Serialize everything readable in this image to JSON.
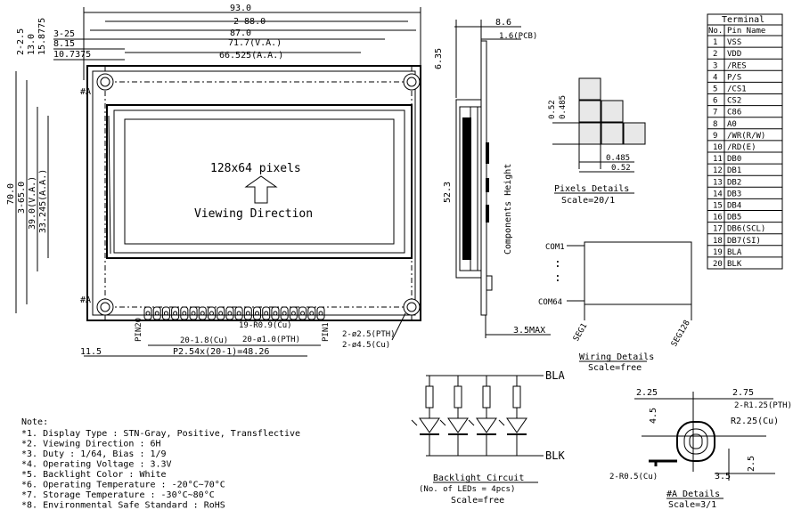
{
  "front": {
    "dim_93": "93.0",
    "dim_2_88": "2-88.0",
    "dim_87": "87.0",
    "dim_717": "71.7(V.A.)",
    "dim_665": "66.525(A.A.)",
    "dim_3_25": "3-25",
    "dim_815": "8.15",
    "dim_107": "10.7375",
    "left_225": "2-2.5",
    "left_130": "13.0",
    "left_158": "15.8775",
    "left_700": "70.0",
    "left_650": "3-65.0",
    "left_390": "39.0(V.A.)",
    "left_332": "33.245(A.A.)",
    "hole_a1": "#A",
    "hole_a2": "#A",
    "pixels": "128x64 pixels",
    "viewing": "Viewing Direction",
    "pin20": "PIN20",
    "pin1": "PIN1",
    "pin_holes": "19-R0.9(Cu)",
    "pin_pth": "20-ø1.0(PTH)",
    "pin_cu": "20-1.8(Cu)",
    "pitch": "P2.54x(20-1)=48.26",
    "left_115": "11.5",
    "pth_r25": "2-ø2.5(PTH)",
    "cu_r45": "2-ø4.5(Cu)"
  },
  "side": {
    "dim_86": "8.6",
    "dim_16": "1.6(PCB)",
    "dim_635": "6.35",
    "components_height": "Components Height",
    "dim_523": "52.3",
    "dim_35max": "3.5MAX"
  },
  "terminal": {
    "title": "Terminal",
    "col_no": "No.",
    "col_name": "Pin Name",
    "rows": [
      {
        "no": "1",
        "name": "VSS"
      },
      {
        "no": "2",
        "name": "VDD"
      },
      {
        "no": "3",
        "name": "/RES"
      },
      {
        "no": "4",
        "name": "P/S"
      },
      {
        "no": "5",
        "name": "/CS1"
      },
      {
        "no": "6",
        "name": "CS2"
      },
      {
        "no": "7",
        "name": "C86"
      },
      {
        "no": "8",
        "name": "A0"
      },
      {
        "no": "9",
        "name": "/WR(R/W)"
      },
      {
        "no": "10",
        "name": "/RD(E)"
      },
      {
        "no": "11",
        "name": "DB0"
      },
      {
        "no": "12",
        "name": "DB1"
      },
      {
        "no": "13",
        "name": "DB2"
      },
      {
        "no": "14",
        "name": "DB3"
      },
      {
        "no": "15",
        "name": "DB4"
      },
      {
        "no": "16",
        "name": "DB5"
      },
      {
        "no": "17",
        "name": "DB6(SCL)"
      },
      {
        "no": "18",
        "name": "DB7(SI)"
      },
      {
        "no": "19",
        "name": "BLA"
      },
      {
        "no": "20",
        "name": "BLK"
      }
    ]
  },
  "pixels_detail": {
    "dim_052v": "0.52",
    "dim_0485v": "0.485",
    "dim_0485h": "0.485",
    "dim_052h": "0.52",
    "title": "Pixels Details",
    "scale": "Scale=20/1"
  },
  "wiring": {
    "com1": "COM1",
    "com64": "COM64",
    "seg1": "SEG1",
    "seg128": "SEG128",
    "title": "Wiring Details",
    "scale": "Scale=free"
  },
  "backlight": {
    "bla": "BLA",
    "blk": "BLK",
    "title": "Backlight Circuit",
    "sub": "(No. of LEDs = 4pcs)",
    "scale": "Scale=free"
  },
  "a_detail": {
    "dim_225": "2.25",
    "dim_275": "2.75",
    "dim_r125": "2-R1.25(PTH)",
    "dim_45": "4.5",
    "dim_r225": "R2.25(Cu)",
    "dim_r05": "2-R0.5(Cu)",
    "dim_35": "3.5",
    "dim_25": "2.5",
    "title": "#A Details",
    "scale": "Scale=3/1"
  },
  "notes": {
    "title": "Note:",
    "items": [
      "*1. Display Type : STN-Gray, Positive, Transflective",
      "*2. Viewing Direction : 6H",
      "*3. Duty : 1/64, Bias : 1/9",
      "*4. Operating Voltage : 3.3V",
      "*5. Backlight Color : White",
      "*6. Operating Temperature : -20°C~70°C",
      "*7. Storage Temperature : -30°C~80°C",
      "*8. Environmental Safe Standard : RoHS"
    ]
  }
}
